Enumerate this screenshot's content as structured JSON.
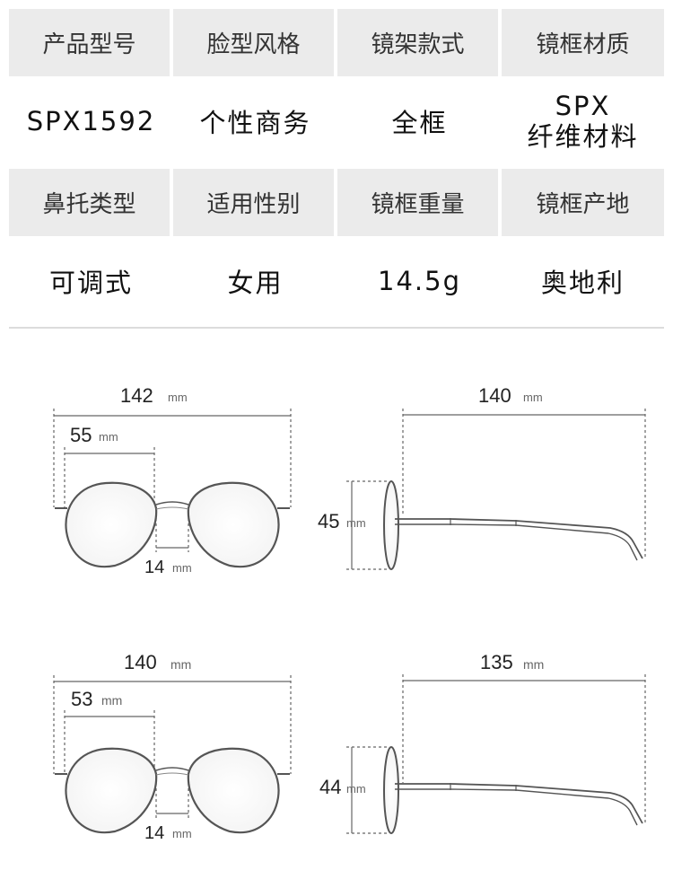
{
  "specs": {
    "row1_headers": [
      "产品型号",
      "脸型风格",
      "镜架款式",
      "镜框材质"
    ],
    "row1_values": [
      "SPX1592",
      "个性商务",
      "全框",
      "SPX\n纤维材料"
    ],
    "row2_headers": [
      "鼻托类型",
      "适用性别",
      "镜框重量",
      "镜框产地"
    ],
    "row2_values": [
      "可调式",
      "女用",
      "14.5g",
      "奥地利"
    ]
  },
  "diagrams": {
    "unit": "mm",
    "model_a": {
      "total_width": "142",
      "lens_width": "55",
      "bridge_width": "14",
      "temple_length": "140",
      "lens_height": "45"
    },
    "model_b": {
      "total_width": "140",
      "lens_width": "53",
      "bridge_width": "14",
      "temple_length": "135",
      "lens_height": "44"
    }
  },
  "colors": {
    "header_bg": "#ebebeb",
    "line": "#777777",
    "text": "#222222"
  }
}
